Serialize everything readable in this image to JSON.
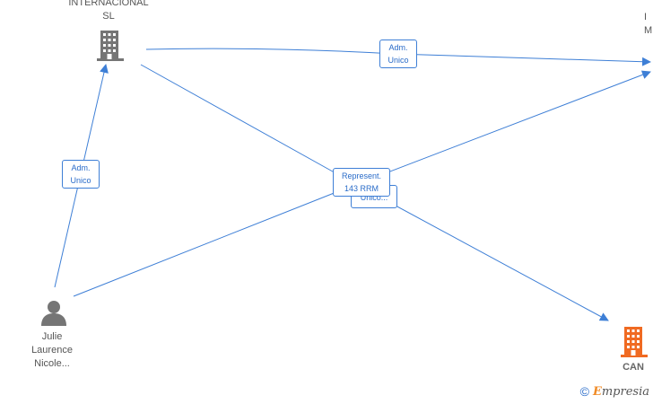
{
  "nodes": {
    "company_top": {
      "label": "INTERNACIONAL\nSL",
      "icon": "building-icon",
      "color": "#757575"
    },
    "person": {
      "label": "Julie\nLaurence\nNicole...",
      "icon": "person-icon",
      "color": "#757575"
    },
    "company_right_top": {
      "label": "I\nM",
      "color": "#757575"
    },
    "company_bottom": {
      "label": "CAN",
      "icon": "building-icon",
      "color": "#f06a22"
    }
  },
  "edges": {
    "person_to_company_top": "Adm.\nUnico",
    "company_top_to_right": "Adm.\nUnico",
    "cross_top": "Represent.\n143 RRM",
    "cross_under": "Unico..."
  },
  "colors": {
    "edge": "#3e7fd6",
    "label_text": "#2a6cc9"
  },
  "watermark": {
    "copyright": "©",
    "brand_initial": "E",
    "brand_rest": "mpresia"
  }
}
